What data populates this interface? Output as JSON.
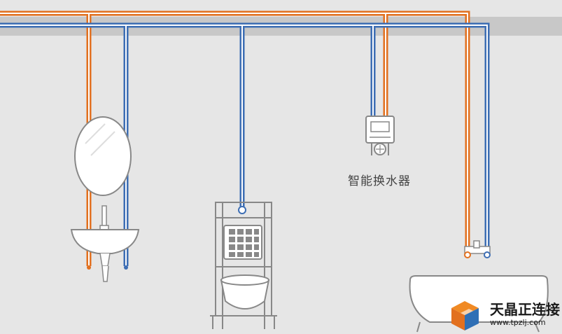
{
  "diagram": {
    "device_label": "智能换水器"
  },
  "watermark": {
    "title": "天晶正连接",
    "url": "www.tpzlj.com"
  },
  "colors": {
    "background": "#e6e6e6",
    "ceiling_band": "#c8c8c8",
    "hot_pipe": "#e2701f",
    "cold_pipe": "#3d6eb4",
    "fixture_outline": "#888888",
    "fixture_fill": "#ffffff"
  },
  "icons": [
    "mirror-icon",
    "basin-icon",
    "faucet-icon",
    "toilet-frame-icon",
    "flush-plate-icon",
    "water-heater-icon",
    "bathtub-icon",
    "logo-icon"
  ]
}
